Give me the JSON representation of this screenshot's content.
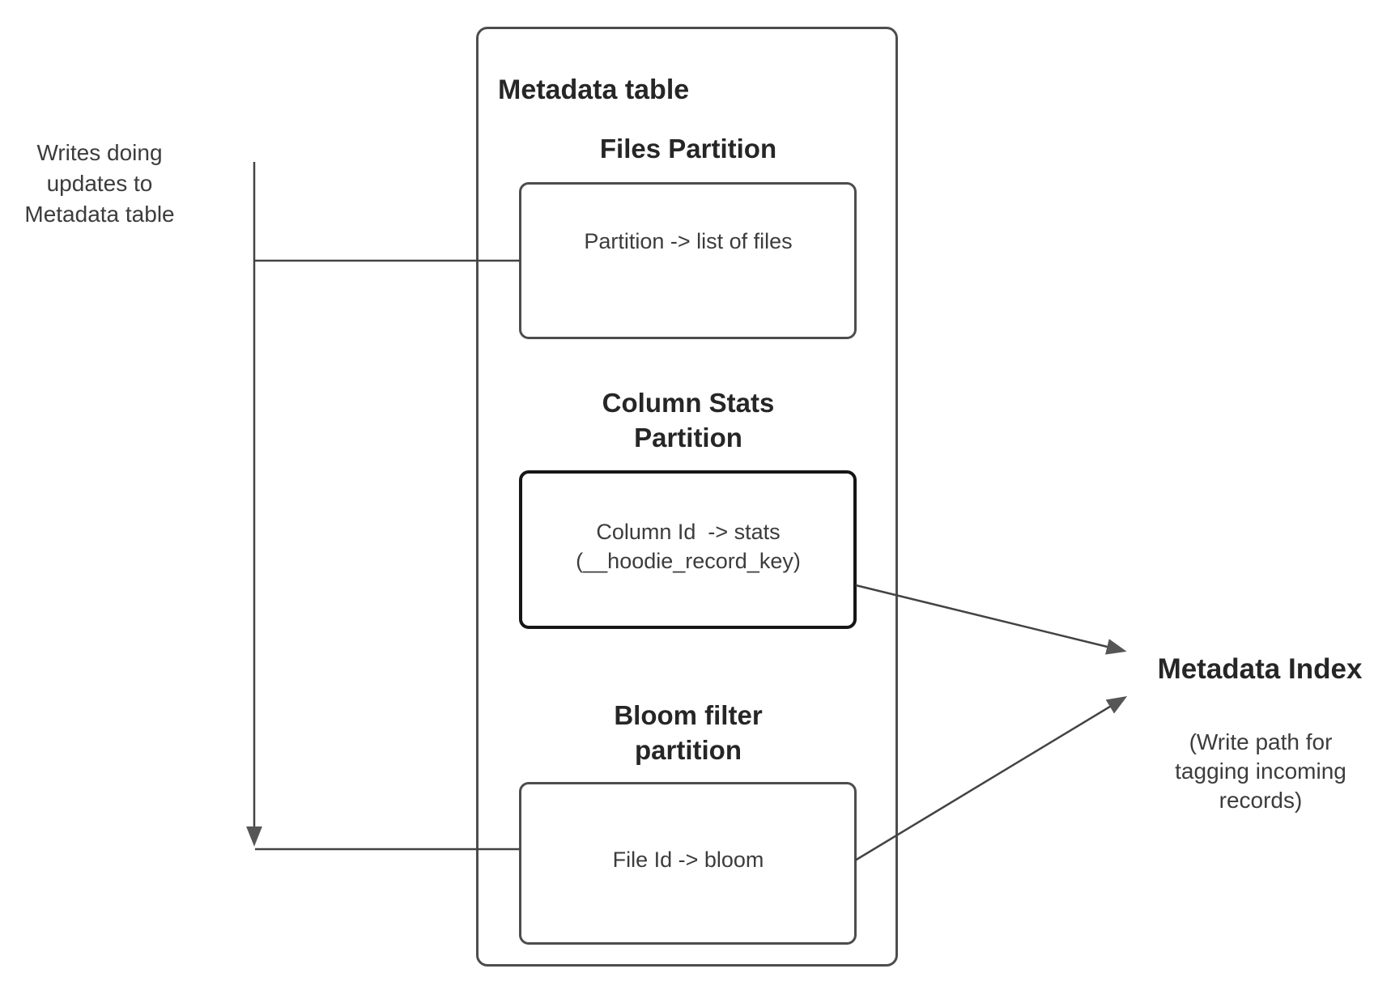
{
  "diagram": {
    "left_note": {
      "lines": [
        "Writes doing",
        "updates to",
        "Metadata table"
      ]
    },
    "metadata_table": {
      "title": "Metadata table",
      "sections": [
        {
          "id": "files-partition",
          "heading_lines": [
            "Files Partition"
          ],
          "body_lines": [
            "Partition -> list of files"
          ]
        },
        {
          "id": "column-stats-partition",
          "heading_lines": [
            "Column Stats",
            "Partition"
          ],
          "body_lines": [
            "Column Id  -> stats",
            "(__hoodie_record_key)"
          ]
        },
        {
          "id": "bloom-filter-partition",
          "heading_lines": [
            "Bloom filter",
            "partition"
          ],
          "body_lines": [
            "File Id -> bloom"
          ]
        }
      ]
    },
    "metadata_index": {
      "title": "Metadata Index",
      "caption_lines": [
        "(Write path for",
        "tagging incoming",
        "records)"
      ]
    },
    "colors": {
      "background": "#ffffff",
      "line": "#434343",
      "arrowhead": "#565656",
      "box_border": "#4d4d4d",
      "emphasis_box_border": "#161616",
      "heading_text": "#262626",
      "body_text": "#3c3c3c"
    }
  }
}
